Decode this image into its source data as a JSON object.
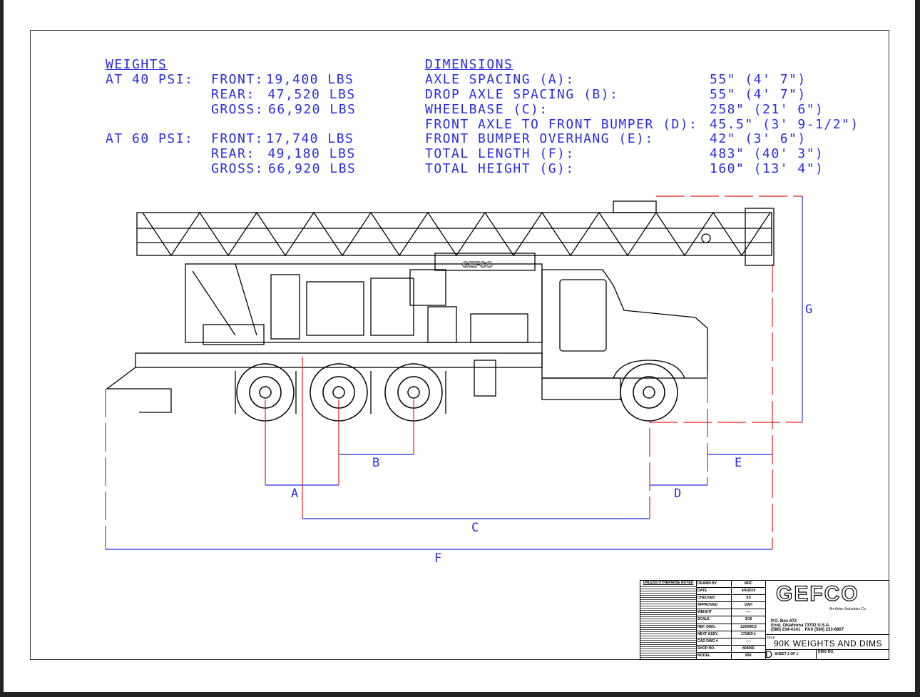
{
  "weights": {
    "heading": "WEIGHTS",
    "groups": [
      {
        "label": "AT 40 PSI:",
        "rows": [
          {
            "name": "FRONT:",
            "value": "19,400 LBS"
          },
          {
            "name": "REAR:",
            "value": " 47,520 LBS"
          },
          {
            "name": "GROSS:",
            "value": "66,920 LBS"
          }
        ]
      },
      {
        "label": "AT 60 PSI:",
        "rows": [
          {
            "name": "FRONT:",
            "value": "17,740 LBS"
          },
          {
            "name": "REAR:",
            "value": " 49,180 LBS"
          },
          {
            "name": "GROSS:",
            "value": "66,920 LBS"
          }
        ]
      }
    ]
  },
  "dimensions": {
    "heading": "DIMENSIONS",
    "rows": [
      {
        "name": "AXLE SPACING (A):",
        "value": "55\" (4' 7\")"
      },
      {
        "name": "DROP AXLE SPACING (B):",
        "value": "55\" (4' 7\")"
      },
      {
        "name": "WHEELBASE (C):",
        "value": "258\" (21' 6\")"
      },
      {
        "name": "FRONT AXLE TO FRONT BUMPER (D):",
        "value": "45.5\" (3' 9-1/2\")"
      },
      {
        "name": "FRONT BUMPER OVERHANG (E):",
        "value": "42\" (3' 6\")"
      },
      {
        "name": "TOTAL LENGTH (F):",
        "value": "483\" (40' 3\")"
      },
      {
        "name": "TOTAL HEIGHT (G):",
        "value": "160\" (13' 4\")"
      }
    ]
  },
  "drawing": {
    "truck_logo": "GEFCO",
    "labels": {
      "A": "A",
      "B": "B",
      "C": "C",
      "D": "D",
      "E": "E",
      "F": "F",
      "G": "G"
    },
    "colors": {
      "text": "#2b2be6",
      "dim_red": "#e02020",
      "dim_blue": "#2b2be6"
    }
  },
  "title_block": {
    "rows": [
      {
        "k": "DRAWN BY",
        "v": "MRC"
      },
      {
        "k": "DATE",
        "v": "9/4/2019"
      },
      {
        "k": "CHECKED",
        "v": "SS"
      },
      {
        "k": "APPROVED",
        "v": "DAH"
      },
      {
        "k": "WEIGHT",
        "v": "----"
      },
      {
        "k": "SCALE",
        "v": "3/16"
      },
      {
        "k": "REF. DWG.",
        "v": "115990C2"
      },
      {
        "k": "NEXT ASSY.",
        "v": "171829-1"
      },
      {
        "k": "CAD DWG #",
        "v": "----"
      },
      {
        "k": "SHOP NO.",
        "v": "808066"
      },
      {
        "k": "MODEL",
        "v": "90K"
      }
    ],
    "notes_heading": "UNLESS OTHERWISE NOTED",
    "logo": "GEFCO",
    "company_sub": "An Astec Industries Co.",
    "address": "P.O. Box 872\nEnid, Oklahoma 73702 U.S.A.\n(580) 234-4141    FAX (580) 233-6807",
    "title_label": "TITLE",
    "title": "90K WEIGHTS AND DIMS",
    "size": "D",
    "sheet": "SHEET 1 OF 1",
    "dwg_no_label": "DWG NO."
  }
}
